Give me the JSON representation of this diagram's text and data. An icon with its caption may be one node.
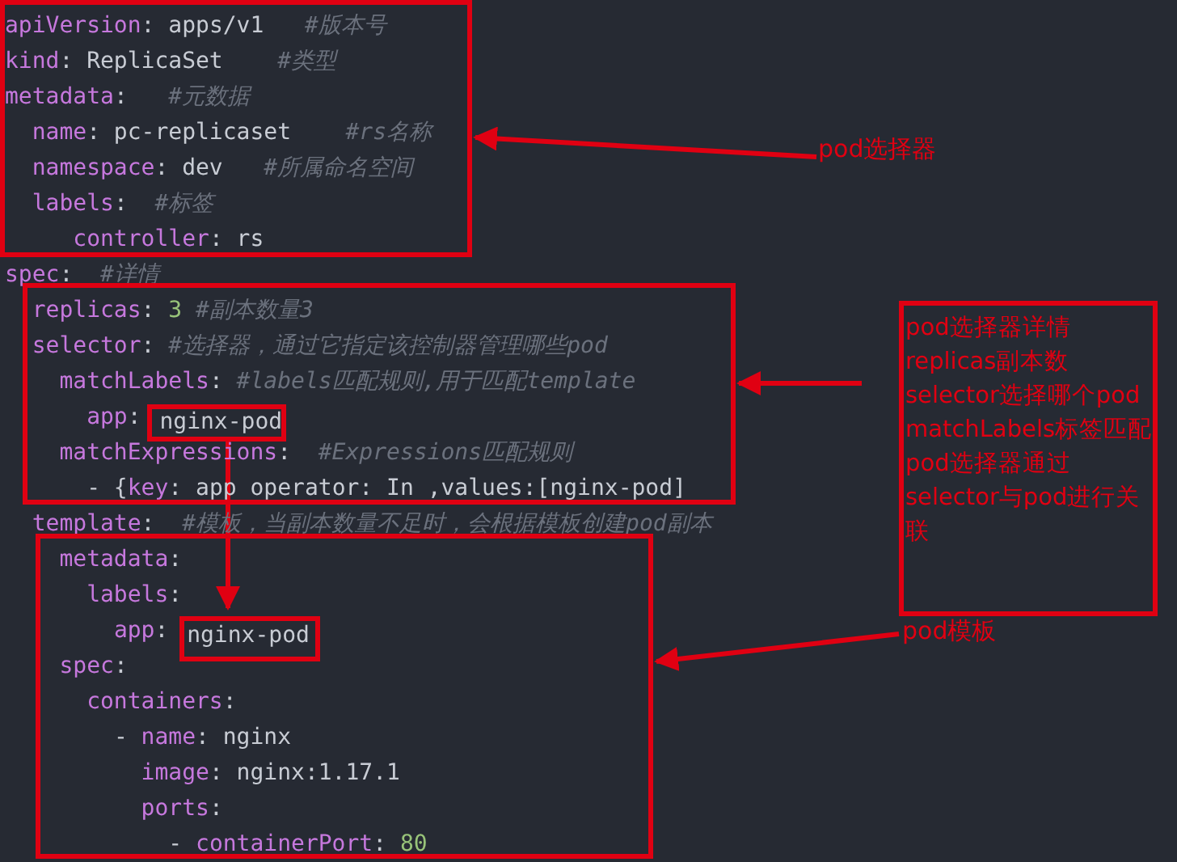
{
  "diagram": {
    "nodes": [
      {
        "text": [
          "apiVersion: apps/v1   #版本号",
          "kind: ReplicaSet    #类型",
          "metadata:   #元数据",
          "name: pc-replicaset    #rs名称",
          "namespace: dev   #所属命名空间",
          "labels:  #标签",
          "controller: rs"
        ]
      },
      {
        "text": [
          "pod选择器"
        ]
      },
      {
        "text": [
          "replicas: 3 #副本数量3",
          "selector: #选择器，通过它指定该控制器管理哪些pod",
          "matchLabels: #labels匹配规则,用于匹配template",
          "app:",
          "matchExpressions:  #Expressions匹配规则",
          "- {key: app operator: In ,values:[nginx-pod]"
        ]
      },
      {
        "text": [
          "nginx-pod"
        ],
        "in": 2
      },
      {
        "text": [
          "pod选择器详情",
          "replicas副本数",
          "selector选择哪个pod",
          "matchLabels标签匹配",
          "pod选择器通过selector与pod进行关联"
        ]
      },
      {
        "text": [
          "pod模板"
        ]
      },
      {
        "text": [
          "metadata:",
          "labels:",
          "app:",
          "spec:",
          "containers:",
          "- name: nginx",
          "image: nginx:1.17.1",
          "ports:",
          "- containerPort: 80"
        ]
      },
      {
        "text": [
          "nginx-pod"
        ],
        "in": 6
      }
    ],
    "edges": [
      {
        "from": 1,
        "to": 0,
        "arrow": "to"
      },
      {
        "from": 4,
        "to": 2,
        "arrow": "to"
      },
      {
        "from": 5,
        "to": 6,
        "arrow": "to"
      },
      {
        "from": 3,
        "to": 7,
        "arrow": "to"
      }
    ],
    "labels": [
      "spec:  #详情",
      "template:  #模板，当副本数量不足时，会根据模板创建pod副本"
    ]
  }
}
